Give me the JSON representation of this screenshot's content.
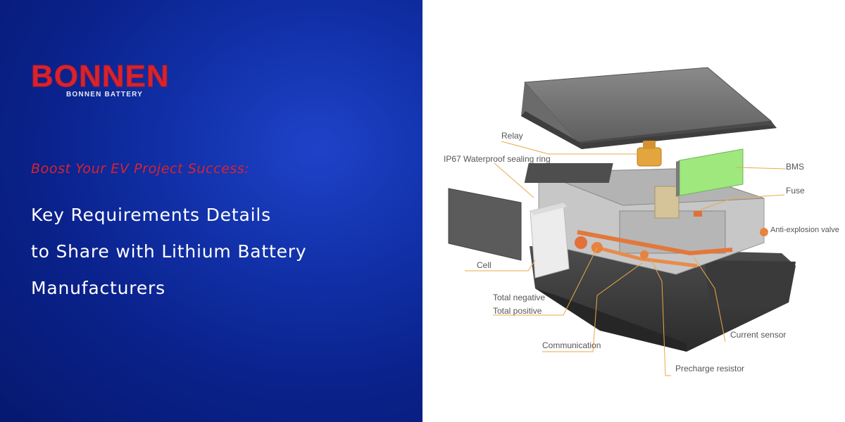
{
  "brand": {
    "logo_text": "BONNEN",
    "logo_subtitle": "BONNEN BATTERY"
  },
  "banner": {
    "tagline": "Boost Your EV Project Success:",
    "headline_lines": [
      "Key Requirements Details",
      "to Share with Lithium Battery",
      "Manufacturers"
    ]
  },
  "diagram_labels": {
    "relay": "Relay",
    "ip67": "IP67 Waterproof sealing ring",
    "bms": "BMS",
    "fuse": "Fuse",
    "anti_explosion": "Anti-explosion valve",
    "cell": "Cell",
    "total_negative": "Total negative",
    "total_positive": "Total positive",
    "communication": "Communication",
    "current_sensor": "Current sensor",
    "precharge": "Precharge resistor"
  },
  "colors": {
    "brand_red": "#d9232e",
    "panel_blue": "#1232ab",
    "callout_orange": "#e8a94a",
    "bms_green": "#9ee87e"
  }
}
